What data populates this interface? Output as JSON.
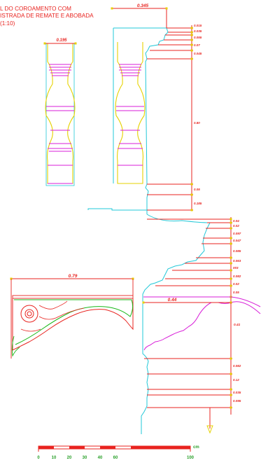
{
  "title": {
    "lines": [
      "L DO COROAMENTO COM",
      "ISTRADA DE REMATE E ABOBADA",
      "(1:10)"
    ]
  },
  "dimensions": {
    "top_width": "0.345",
    "baluster_width": "0.195",
    "column_a": [
      "0.015",
      "0.035",
      "0.055",
      "0.07",
      "0.045",
      "0.80",
      "0.05",
      "0.185"
    ],
    "column_b": [
      "0.04",
      "0.02",
      "0.097",
      "0.047",
      "0.085",
      "0.063",
      "003",
      "0.082",
      "0.02",
      "0.05"
    ],
    "console_width": "0.79",
    "inner_width": "0.44",
    "side_value": "0.41",
    "column_c": [
      "0.082",
      "0.12",
      "0.035",
      "0.095"
    ]
  },
  "scale": {
    "unit": "cm",
    "ticks": [
      "0",
      "10",
      "20",
      "30",
      "40",
      "60",
      "100"
    ]
  },
  "colors": {
    "dimension": "#e8231f",
    "profile": "#22c8d8",
    "baluster": "#e6d200",
    "moulding": "#d81ed8",
    "ornament": "#18b818",
    "points": "#e6d200"
  }
}
